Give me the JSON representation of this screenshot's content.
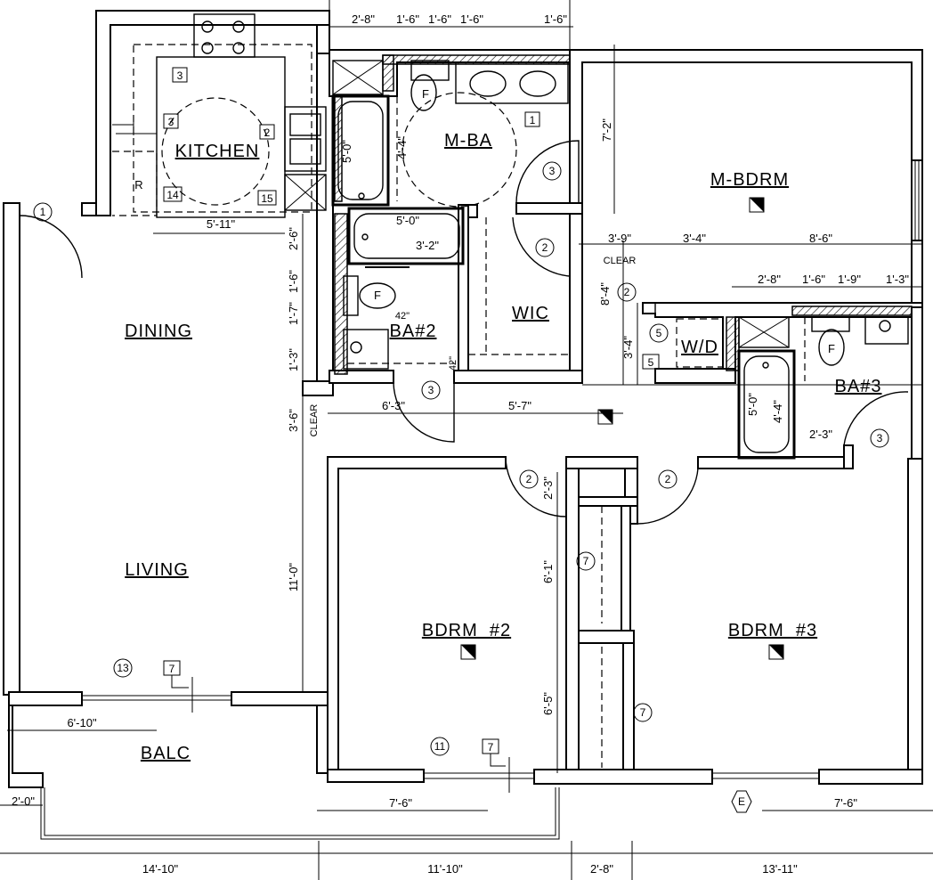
{
  "rooms": {
    "kitchen": "KITCHEN",
    "dining": "DINING",
    "living": "LIVING",
    "balcony": "BALC",
    "master_bath": "M-BA",
    "master_bedroom": "M-BDRM",
    "wic": "WIC",
    "bath2": "BA#2",
    "bath3": "BA#3",
    "washer_dryer": "W/D",
    "bedroom2": "BDRM  #2",
    "bedroom3": "BDRM  #3"
  },
  "notes": {
    "clear_top": "CLEAR",
    "clear_left": "CLEAR",
    "range_mark": "R",
    "fan_mark": "F",
    "bath2_grab_a": "42\"",
    "bath2_grab_b": "42\""
  },
  "tags": {
    "t1_entry": "1",
    "t2_kitchen": "2",
    "t3_kitchen_a": "3",
    "t3_kitchen_b": "3",
    "t14": "14",
    "t15": "15",
    "t1_bath": "1",
    "t3_mba": "3",
    "t2_wic": "2",
    "t2_hall": "2",
    "t5_wd_a": "5",
    "t5_wd_b": "5",
    "t3_ba2": "3",
    "t3_ba3": "3",
    "t2_bd2": "2",
    "t2_bd3": "2",
    "t7_closet_a": "7",
    "t7_closet_b": "7",
    "t13": "13",
    "t7_living": "7",
    "t11": "11",
    "t7_bd2": "7",
    "tE": "E"
  },
  "dimensions": {
    "top_2_8": "2'-8\"",
    "top_1_6a": "1'-6\"",
    "top_1_6b": "1'-6\"",
    "top_1_6c": "1'-6\"",
    "top_1_6d": "1'-6\"",
    "kitchen_5_11": "5'-11\"",
    "mba_7_2": "7'-2\"",
    "mba_tub_5_0": "5'-0\"",
    "mba_4_4": "4'-4\"",
    "v_2_6": "2'-6\"",
    "v_1_6": "1'-6\"",
    "v_1_7": "1'-7\"",
    "v_1_3": "1'-3\"",
    "v_3_6": "3'-6\"",
    "v_11_0": "11'-0\"",
    "ba2_5_0": "5'-0\"",
    "ba2_3_2": "3'-2\"",
    "hall_6_3": "6'-3\"",
    "hall_5_7": "5'-7\"",
    "h_3_9": "3'-9\"",
    "h_3_4": "3'-4\"",
    "h_8_6": "8'-6\"",
    "v_8_4": "8'-4\"",
    "v_3_4": "3'-4\"",
    "h_2_8": "2'-8\"",
    "h_1_6": "1'-6\"",
    "h_1_9": "1'-9\"",
    "h_1_3": "1'-3\"",
    "ba3_5_0": "5'-0\"",
    "ba3_4_4": "4'-4\"",
    "ba3_2_3": "2'-3\"",
    "v_2_3": "2'-3\"",
    "v_6_1": "6'-1\"",
    "v_6_5": "6'-5\"",
    "balc_6_10": "6'-10\"",
    "balc_2_0": "2'-0\"",
    "bd2_7_6": "7'-6\"",
    "bd3_7_6": "7'-6\"",
    "bottom_14_10": "14'-10\"",
    "bottom_11_10": "11'-10\"",
    "bottom_2_8": "2'-8\"",
    "bottom_13_11": "13'-11\""
  }
}
